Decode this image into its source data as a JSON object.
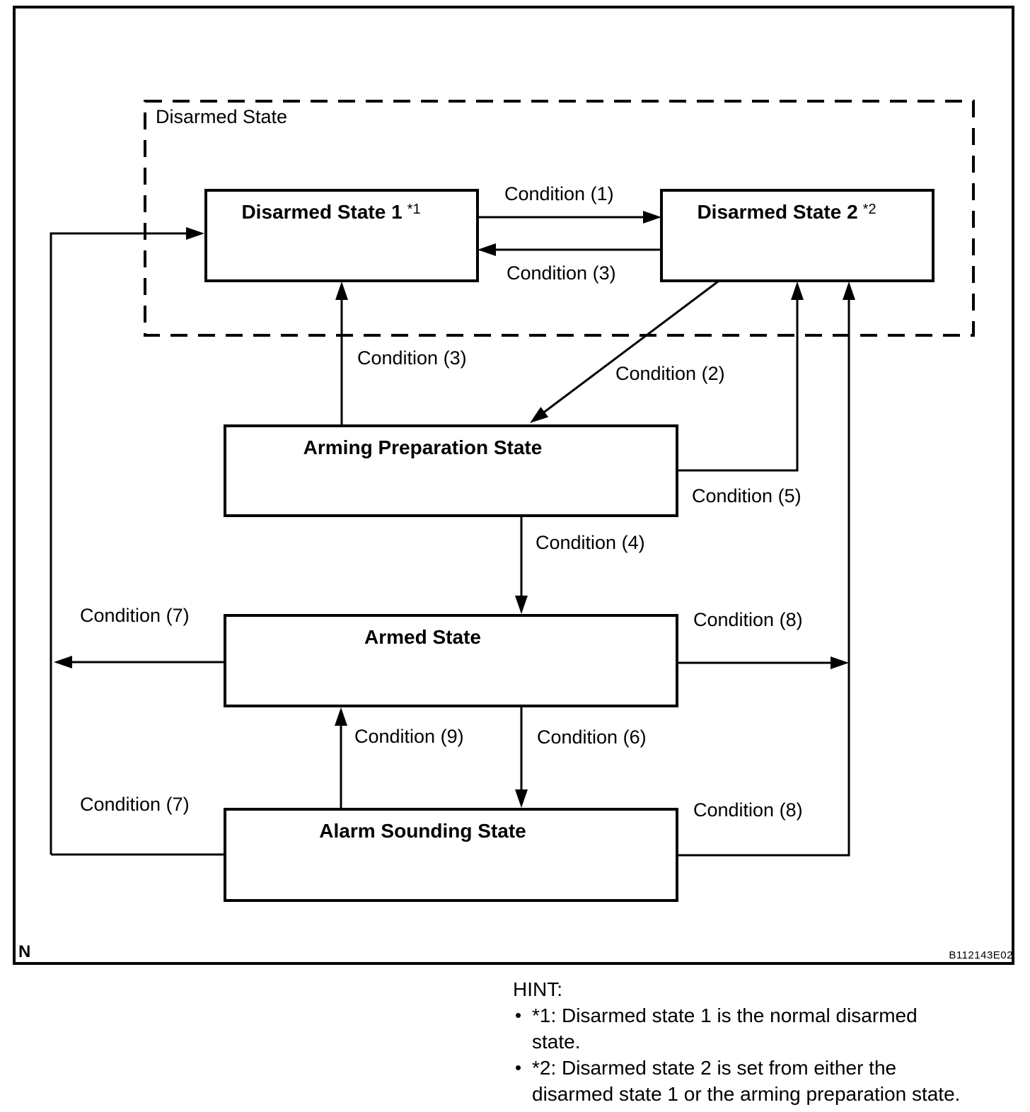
{
  "frame": {
    "letter": "N",
    "figure_code": "B112143E02"
  },
  "group": {
    "label": "Disarmed State"
  },
  "states": {
    "ds1": {
      "label": "Disarmed State 1",
      "footnote": "*1"
    },
    "ds2": {
      "label": "Disarmed State 2",
      "footnote": "*2"
    },
    "arming": {
      "label": "Arming Preparation State"
    },
    "armed": {
      "label": "Armed State"
    },
    "alarm": {
      "label": "Alarm Sounding State"
    }
  },
  "conditions": {
    "c1": "Condition (1)",
    "c2": "Condition (2)",
    "c3_between": "Condition (3)",
    "c3_up": "Condition (3)",
    "c4": "Condition (4)",
    "c5": "Condition (5)",
    "c6": "Condition (6)",
    "c7_armed": "Condition (7)",
    "c7_alarm": "Condition (7)",
    "c8_armed": "Condition (8)",
    "c8_alarm": "Condition (8)",
    "c9": "Condition (9)"
  },
  "hint": {
    "title": "HINT:",
    "bullet": "•",
    "items": [
      {
        "lines": [
          "*1: Disarmed state 1 is the normal disarmed",
          "state."
        ]
      },
      {
        "lines": [
          "*2: Disarmed state 2 is set from either the",
          "disarmed state 1 or the arming preparation state."
        ]
      }
    ]
  }
}
